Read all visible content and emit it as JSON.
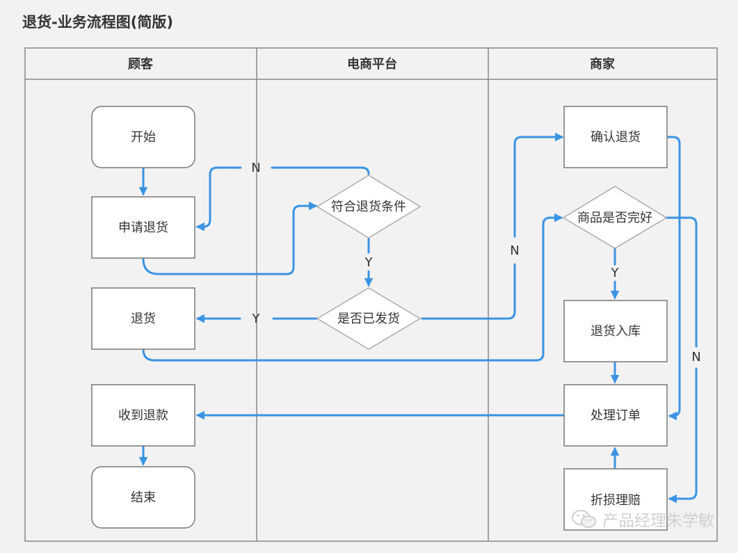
{
  "title": "退货-业务流程图(简版)",
  "lanes": [
    "顾客",
    "电商平台",
    "商家"
  ],
  "nodes": {
    "start": "开始",
    "apply_return": "申请退货",
    "return_goods": "退货",
    "receive_refund": "收到退款",
    "end": "结束",
    "meets_conditions": "符合退货条件",
    "already_shipped": "是否已发货",
    "confirm_return": "确认退货",
    "goods_intact": "商品是否完好",
    "return_to_stock": "退货入库",
    "process_order": "处理订单",
    "damage_claim": "折损理赔"
  },
  "edge_labels": {
    "n_conditions": "N",
    "y_conditions": "Y",
    "y_shipped": "Y",
    "n_shipped": "N",
    "y_intact": "Y",
    "n_intact": "N"
  },
  "watermark": "产品经理朱学敏",
  "colors": {
    "arrow": "#3b93e3",
    "border": "#777777",
    "diamond": "#aaaaaa",
    "background": "#f2f2f2",
    "node_fill": "#ffffff"
  }
}
